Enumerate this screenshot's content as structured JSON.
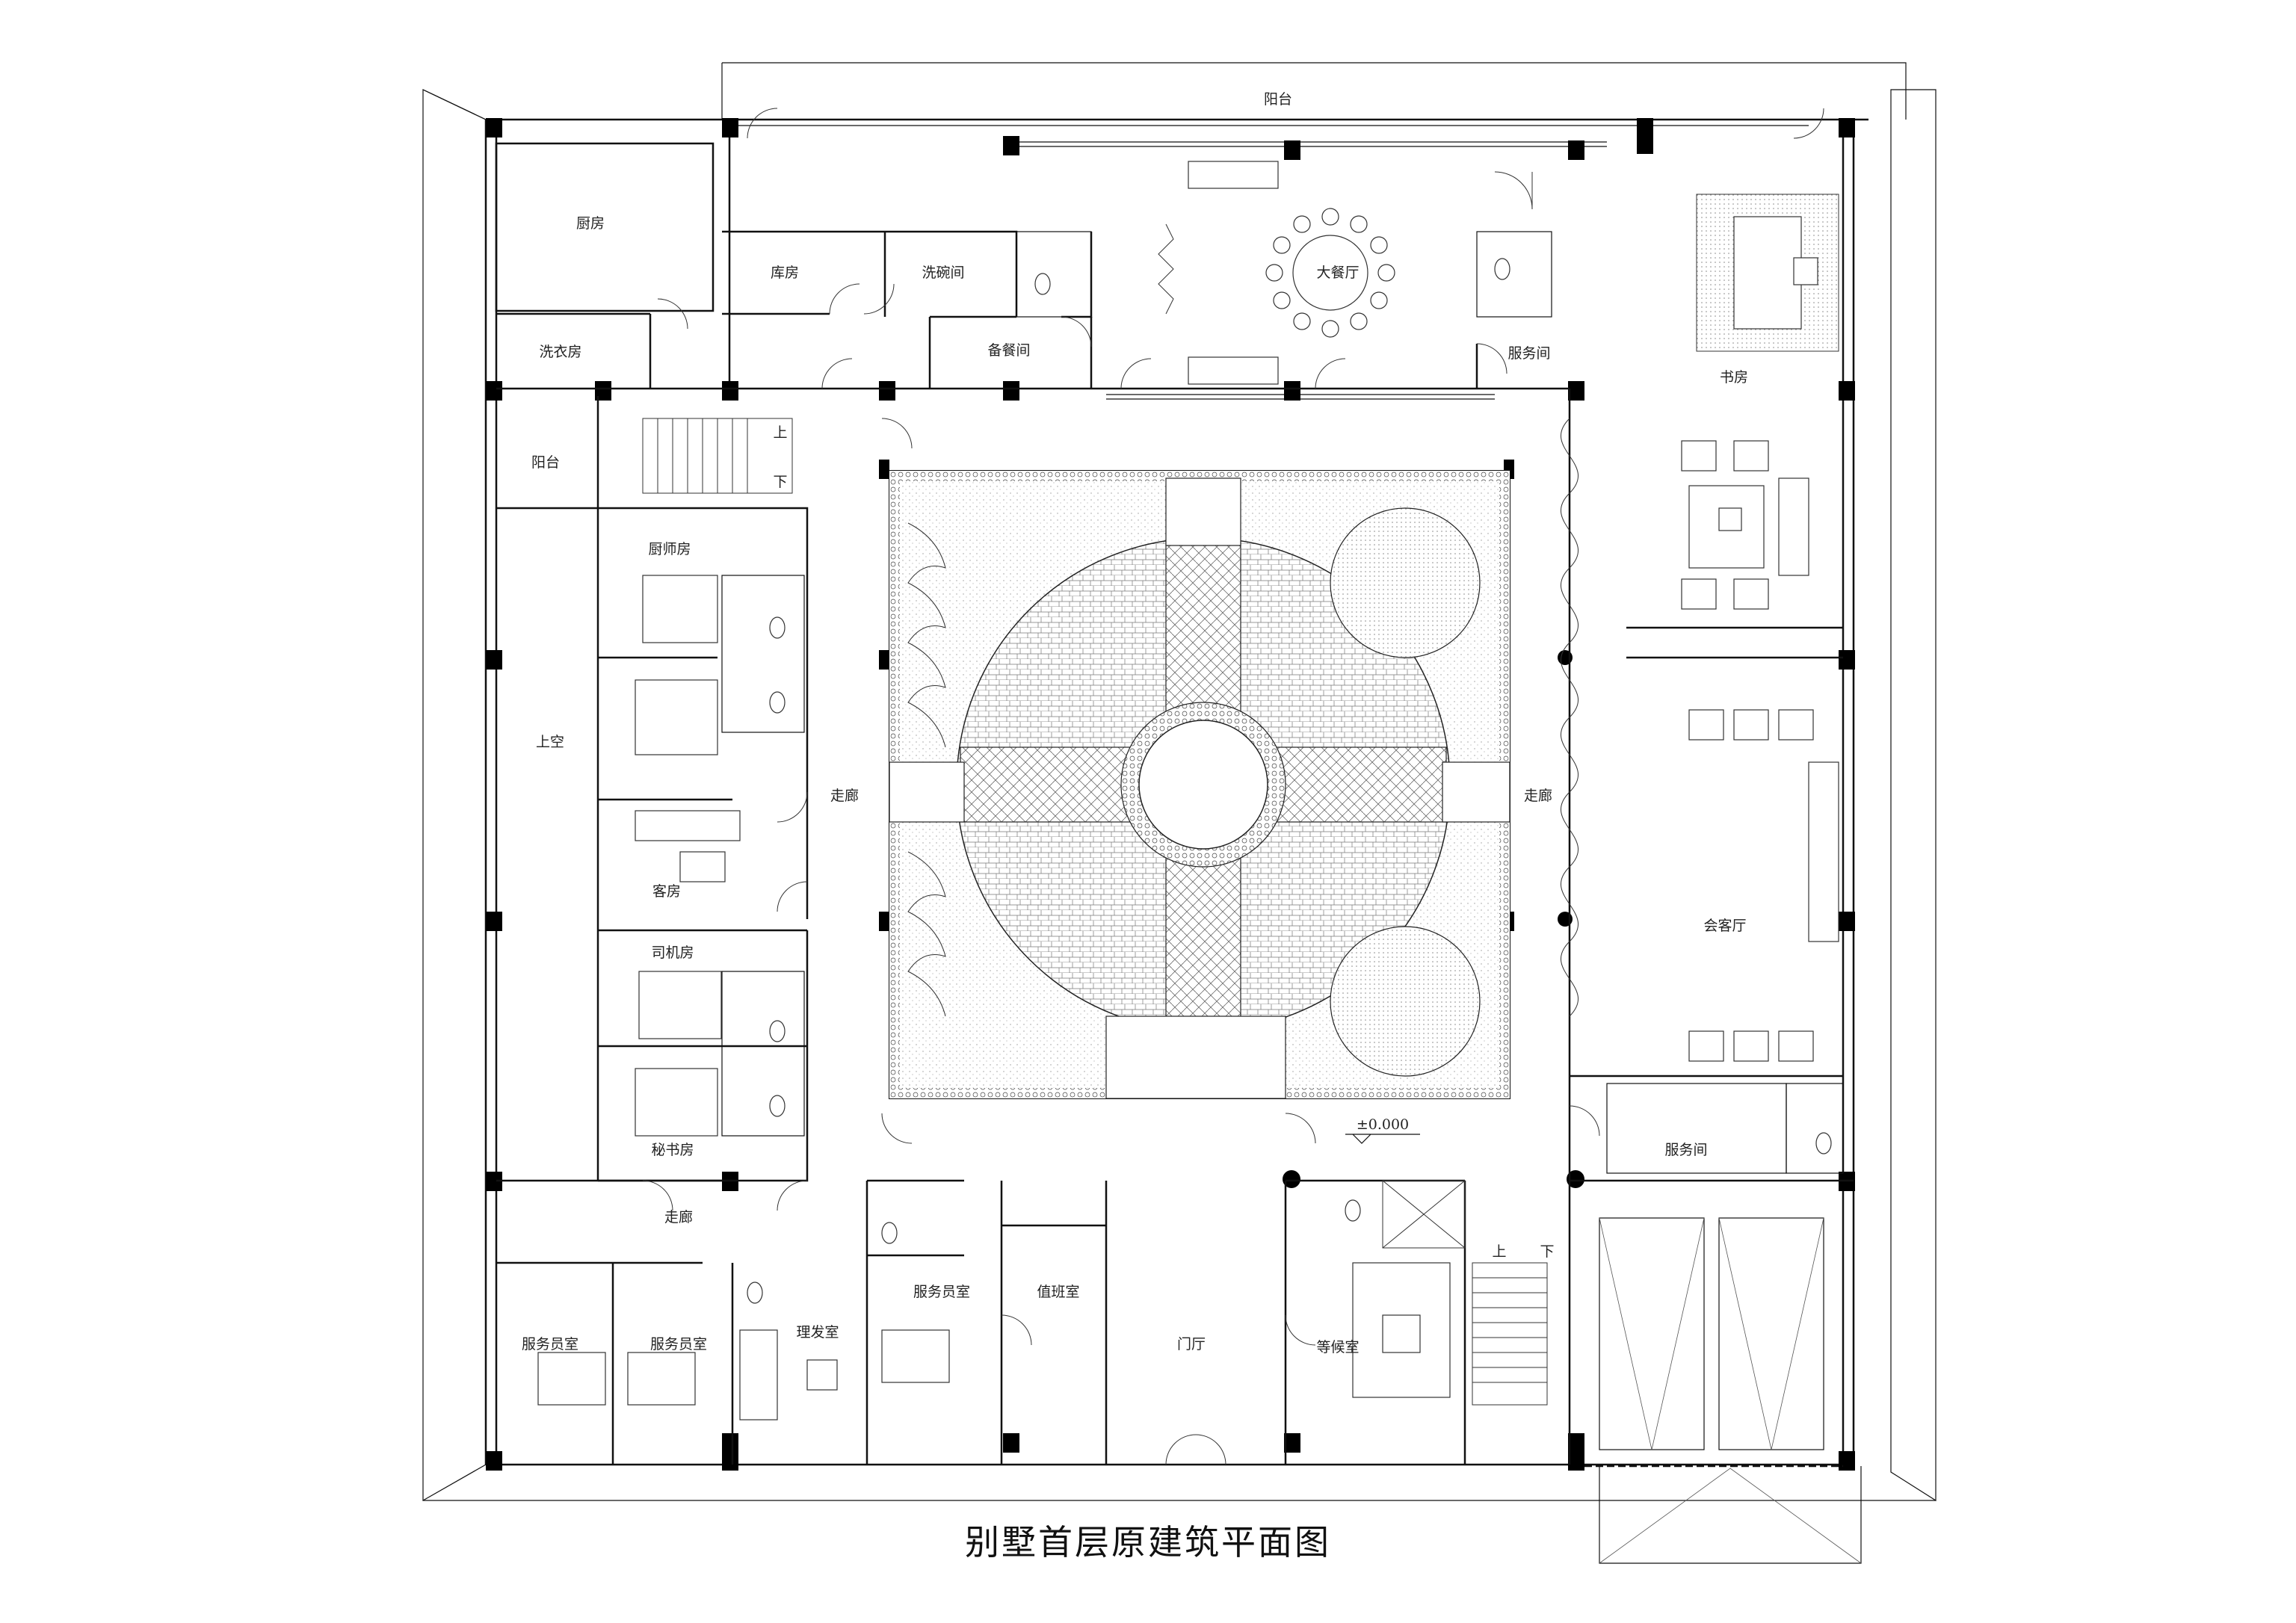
{
  "title": "别墅首层原建筑平面图",
  "elevation_mark": "±0.000",
  "rooms": {
    "balcony_north": "阳台",
    "kitchen": "厨房",
    "storage": "库房",
    "dishwashing": "洗碗间",
    "pantry": "备餐间",
    "dining_hall": "大餐厅",
    "service_room_north": "服务间",
    "study": "书房",
    "laundry": "洗衣房",
    "balcony_west": "阳台",
    "stair_up": "上",
    "stair_down": "下",
    "chef_room": "厨师房",
    "guest_room": "客房",
    "driver_room": "司机房",
    "secretary_room": "秘书房",
    "void": "上空",
    "corridor_west": "走廊",
    "corridor_east": "走廊",
    "corridor_south": "走廊",
    "reception_hall": "会客厅",
    "service_room_east": "服务间",
    "staff_room_1": "服务员室",
    "staff_room_2": "服务员室",
    "barber": "理发室",
    "staff_room_3": "服务员室",
    "duty_room": "值班室",
    "foyer": "门厅",
    "waiting_room": "等候室",
    "stair2_up": "上",
    "stair2_down": "下"
  }
}
